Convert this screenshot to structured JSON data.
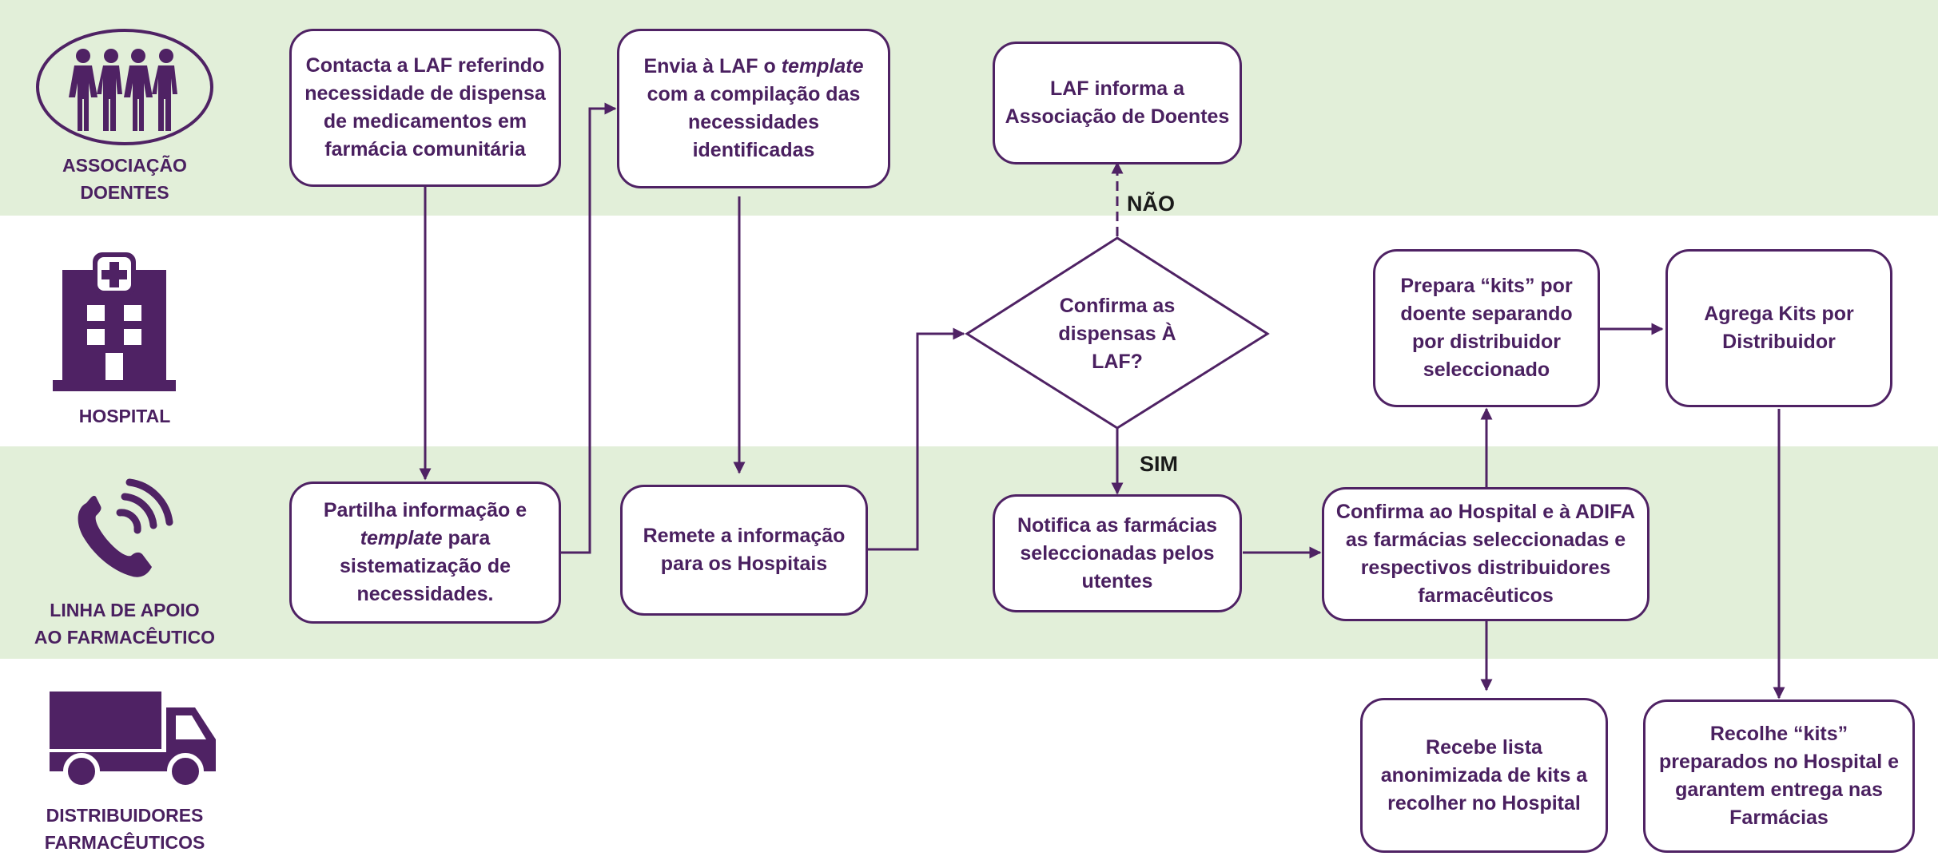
{
  "lanes": [
    {
      "id": "associacao",
      "label": "ASSOCIAÇÃO\nDOENTES",
      "icon": "people-group-icon"
    },
    {
      "id": "hospital",
      "label": "HOSPITAL",
      "icon": "hospital-building-icon"
    },
    {
      "id": "linha",
      "label": "LINHA DE APOIO\nAO FARMACÊUTICO",
      "icon": "phone-icon"
    },
    {
      "id": "distribuidores",
      "label": "DISTRIBUIDORES\nFARMACÊUTICOS",
      "icon": "truck-icon"
    }
  ],
  "steps": {
    "contacta": "Contacta a LAF referindo necessidade de dispensa de medicamentos em farmácia comunitária",
    "partilha_a": "Partilha informação e",
    "partilha_b": "template",
    "partilha_c": "para sistematização de necessidades.",
    "envia_a": "Envia à LAF o",
    "envia_b": "template",
    "envia_c": "com a compilação das necessidades identificadas",
    "remete": "Remete a informação para os Hospitais",
    "decision": "Confirma as dispensas À LAF?",
    "laf_informa": "LAF informa a Associação de Doentes",
    "notifica": "Notifica as farmácias seleccionadas pelos utentes",
    "confirma_hospital": "Confirma ao Hospital e à ADIFA as farmácias seleccionadas e respectivos distribuidores farmacêuticos",
    "prepara": "Prepara “kits” por doente separando por distribuidor seleccionado",
    "agrega": "Agrega Kits por Distribuidor",
    "recebe": "Recebe lista anonimizada de kits a recolher no Hospital",
    "recolhe": "Recolhe “kits” preparados no Hospital e garantem entrega nas Farmácias"
  },
  "branches": {
    "no": "NÃO",
    "yes": "SIM"
  },
  "colors": {
    "band": "#e2efd9",
    "primary": "#4f2264",
    "text": "#4a2060"
  }
}
